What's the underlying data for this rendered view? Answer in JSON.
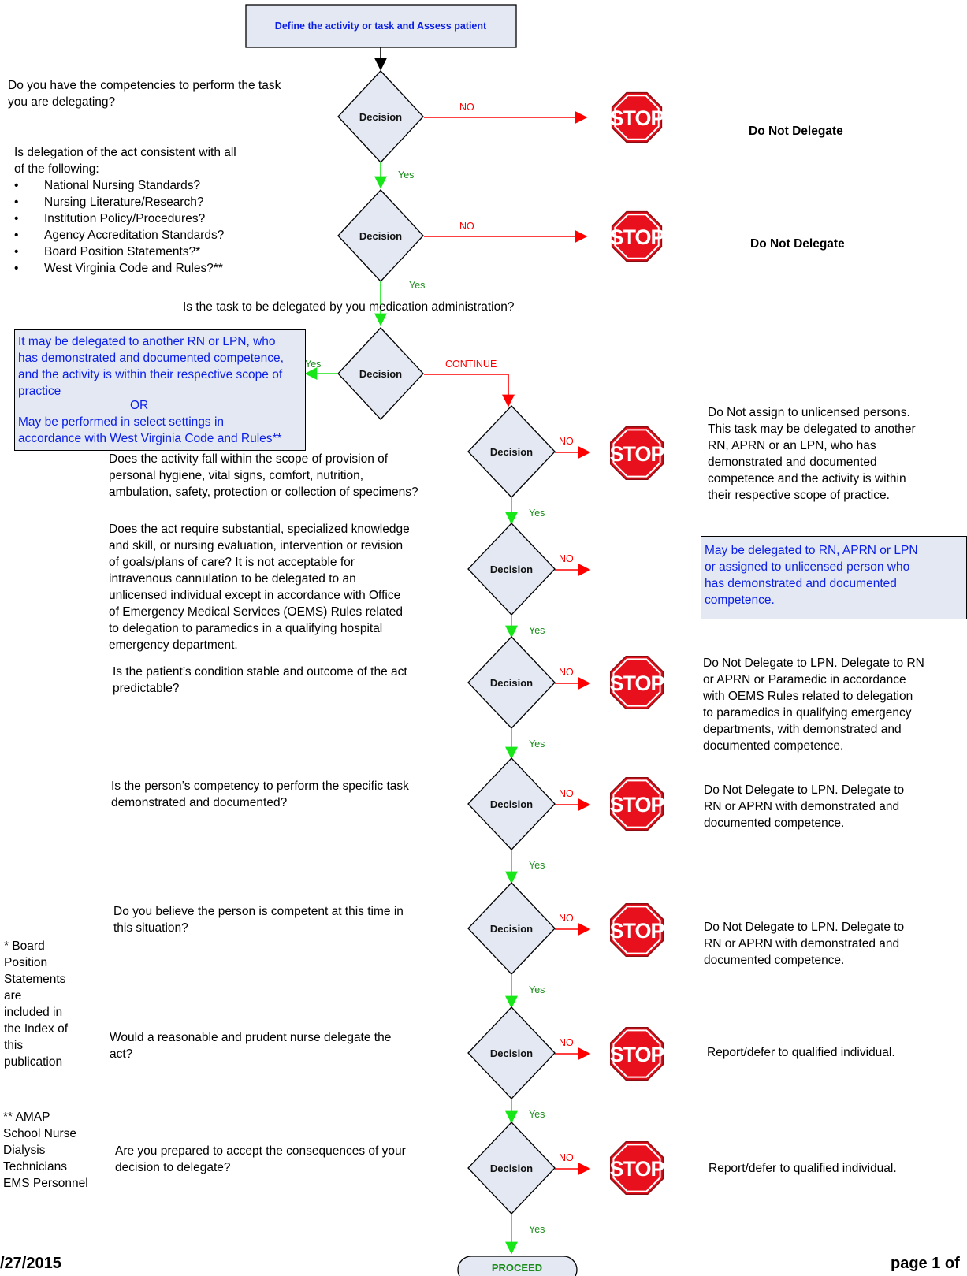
{
  "start_label": "Define the activity or task and Assess patient",
  "proceed_label": "PROCEED",
  "decision_label": "Decision",
  "stop_label": "STOP",
  "labels": {
    "no": "NO",
    "yes": "Yes",
    "continue": "CONTINUE"
  },
  "colors": {
    "yes": "#19e619",
    "no": "#ff0000",
    "diamond_fill": "#e3e8f2",
    "stop_red": "#e8101c",
    "blue_text": "#0a1ee6"
  },
  "questions": {
    "q1": "Do you have the competencies to perform the task\nyou are delegating?",
    "q2_intro": "Is delegation of the act consistent with all\nof the following:",
    "q2_list": [
      "National Nursing Standards?",
      "Nursing Literature/Research?",
      "Institution Policy/Procedures?",
      "Agency Accreditation Standards?",
      "Board Position Statements?*",
      "West Virginia Code and Rules?**"
    ],
    "q3": "Is the task to be delegated by you medication administration?",
    "q4": "Does the activity fall within the scope of provision of\npersonal hygiene, vital signs, comfort, nutrition,\nambulation, safety, protection or collection of specimens?",
    "q5": "Does the act require substantial, specialized knowledge\nand skill, or nursing evaluation, intervention or revision\nof goals/plans of care?  It is not acceptable for\nintravenous cannulation to be delegated to an\nunlicensed individual except in accordance with Office\nof Emergency Medical Services (OEMS) Rules related\nto delegation to paramedics in a qualifying hospital\nemergency department.",
    "q6": "Is the patient’s condition stable and outcome of the act\npredictable?",
    "q7": "Is the person’s competency to perform the specific task\ndemonstrated and documented?",
    "q8": "Do you believe the person is competent at this time in\nthis situation?",
    "q9": "Would a reasonable and prudent nurse delegate the\nact?",
    "q10": "Are you prepared to accept the consequences of your\ndecision to delegate?"
  },
  "outcomes": {
    "o1": "Do Not Delegate",
    "o2": "Do Not Delegate",
    "o3_box": "It may be delegated to another RN or LPN, who\nhas demonstrated and documented competence,\nand the activity is within their respective scope of\npractice",
    "o3_or": "OR",
    "o3_box2": "May be performed in select settings in\naccordance with West Virginia Code and Rules**",
    "o4": "Do Not assign to unlicensed persons.\nThis task may be delegated to another\nRN, APRN or an LPN, who has\ndemonstrated and documented\ncompetence and the activity is within\ntheir respective scope of practice.",
    "o5_box": "May be delegated to RN, APRN or LPN\nor assigned to unlicensed person who\nhas demonstrated and documented\ncompetence.",
    "o6": "Do Not Delegate to LPN. Delegate to RN\nor APRN or Paramedic in accordance\nwith OEMS Rules related to delegation\nto paramedics in qualifying emergency\ndepartments, with demonstrated and\ndocumented competence.",
    "o7": "Do Not Delegate to LPN. Delegate to\nRN or APRN with demonstrated and\ndocumented competence.",
    "o8": "Do Not Delegate to LPN. Delegate to\nRN or APRN with demonstrated and\ndocumented competence.",
    "o9": "Report/defer to qualified individual.",
    "o10": "Report/defer to qualified individual."
  },
  "footnotes": {
    "star": "* Board\nPosition\nStatements\nare\nincluded in\nthe Index of\nthis\npublication",
    "double_star": "** AMAP\nSchool Nurse\nDialysis\nTechnicians\nEMS Personnel"
  },
  "footer": {
    "date": "/27/2015",
    "page": "page 1 of"
  }
}
